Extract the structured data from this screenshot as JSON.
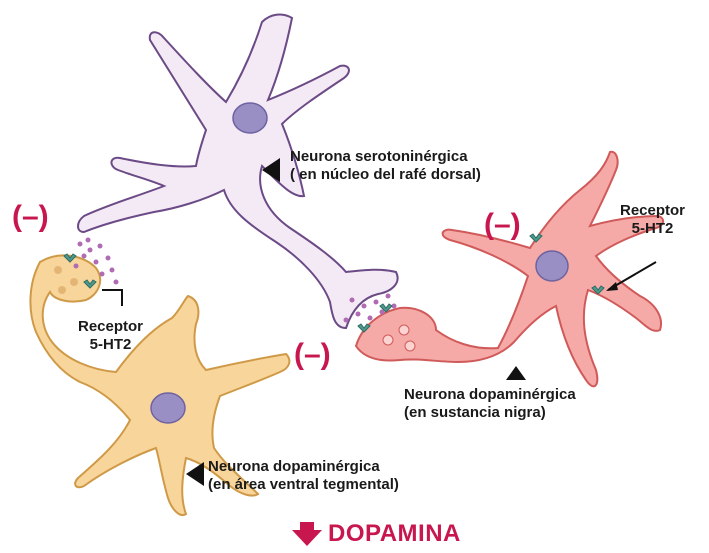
{
  "labels": {
    "serotonergic_line1": "Neurona serotoninérgica",
    "serotonergic_line2": "( en núcleo del rafé dorsal)",
    "dopaminergic_sn_line1": "Neurona dopaminérgica",
    "dopaminergic_sn_line2": "(en sustancia nigra)",
    "dopaminergic_vta_line1": "Neurona dopaminérgica",
    "dopaminergic_vta_line2": "(en área ventral tegmental)",
    "receptor_left_line1": "Receptor",
    "receptor_left_line2": "5-HT2",
    "receptor_right_line1": "Receptor",
    "receptor_right_line2": "5-HT2",
    "inhibition_sign": "(–)",
    "output": "DOPAMINA"
  },
  "colors": {
    "serotonergic_fill": "#f4eaf6",
    "serotonergic_stroke": "#6b4a86",
    "dopaminergic_sn_fill": "#f5aaa7",
    "dopaminergic_sn_stroke": "#d05a5a",
    "dopaminergic_vta_fill": "#f8d59a",
    "dopaminergic_vta_stroke": "#cf9a48",
    "nucleus": "#9a8fc4",
    "receptor": "#4f9a8e",
    "inhibition": "#c8174e",
    "vesicle_dots": "#b06bb3"
  }
}
